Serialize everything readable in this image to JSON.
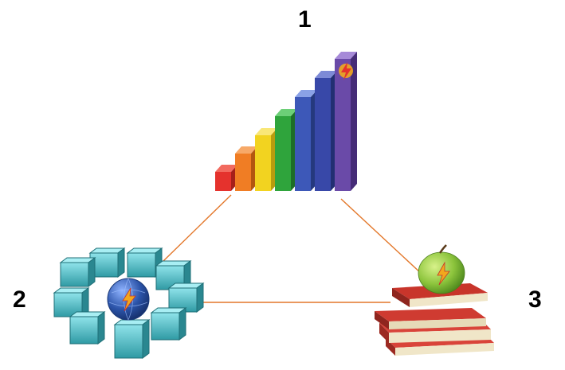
{
  "nodes": [
    {
      "id": "1",
      "label": "1",
      "icon": "rising-bar-chart-icon"
    },
    {
      "id": "2",
      "label": "2",
      "icon": "network-globe-icon"
    },
    {
      "id": "3",
      "label": "3",
      "icon": "books-with-apple-icon"
    }
  ],
  "edges": [
    {
      "from": "1",
      "to": "2"
    },
    {
      "from": "2",
      "to": "3"
    },
    {
      "from": "3",
      "to": "1"
    }
  ],
  "colors": {
    "edge": "#e3772a",
    "bars": [
      "#e5322d",
      "#f07d24",
      "#f2d320",
      "#2fa43c",
      "#1f8a4a",
      "#3d58b8",
      "#3848a8",
      "#6a4aa8"
    ],
    "server_block": "#46b7c1",
    "globe": "#2b53a8",
    "book": "#c8352b",
    "apple": "#8cc43c",
    "bolt": "#f2a81d"
  }
}
